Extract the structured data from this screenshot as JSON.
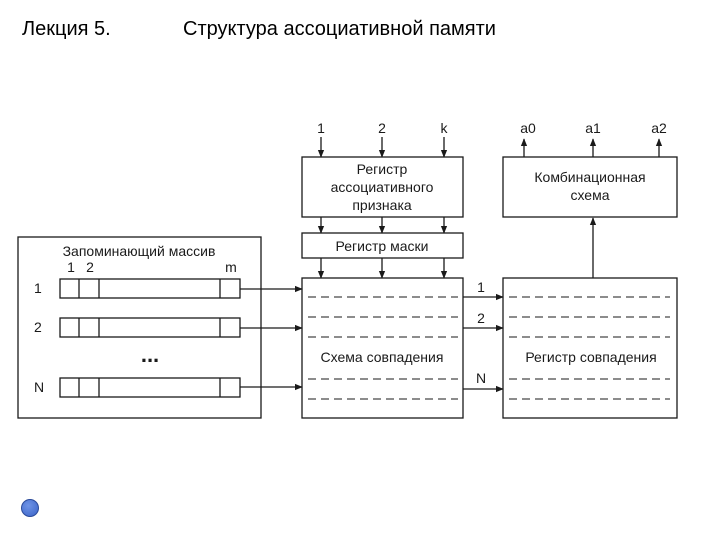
{
  "slide": {
    "lecture": "Лекция 5.",
    "title": "Структура ассоциативной памяти"
  },
  "diagram": {
    "association_register": {
      "lines": [
        "Регистр",
        "ассоциативного",
        "признака"
      ],
      "inputs": [
        "1",
        "2",
        "k"
      ]
    },
    "mask_register": {
      "label": "Регистр маски"
    },
    "combinational_circuit": {
      "lines": [
        "Комбинационная",
        "схема"
      ],
      "outputs": [
        "a0",
        "a1",
        "a2"
      ]
    },
    "storage_array": {
      "label": "Запоминающий массив",
      "columns": [
        "1",
        "2",
        "m"
      ],
      "rows": [
        "1",
        "2",
        "N"
      ],
      "ellipsis": "..."
    },
    "match_circuit": {
      "label": "Схема совпадения"
    },
    "match_register": {
      "label": "Регистр совпадения",
      "inputs": [
        "1",
        "2",
        "N"
      ]
    }
  },
  "colors": {
    "stroke": "#1a1a1a",
    "nav_dot": "#4a72d8"
  },
  "icons": {
    "nav": "circle-nav-icon"
  }
}
